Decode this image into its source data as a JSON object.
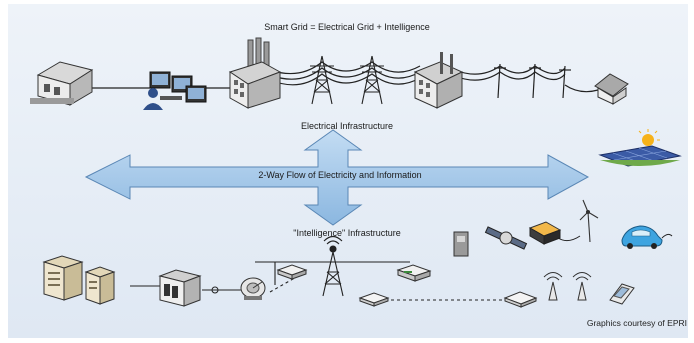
{
  "title": "Smart Grid = Electrical Grid + Intelligence",
  "electrical_label": "Electrical Infrastructure",
  "flow_label": "2-Way Flow of Electricity and Information",
  "intelligence_label": "\"Intelligence\" Infrastructure",
  "credit": "Graphics courtesy of EPRI",
  "colors": {
    "background": "#e6eef7",
    "arrow_fill": "#9ec4e8",
    "arrow_stroke": "#5a87b5",
    "wire": "#222222"
  },
  "icons": {
    "top_row": [
      "data-center-icon",
      "control-room-computers-icon",
      "user-icon",
      "power-plant-icon",
      "transmission-tower-icon",
      "transmission-tower-icon",
      "substation-icon",
      "utility-pole-icon",
      "house-icon",
      "solar-panel-icon"
    ],
    "bottom_row": [
      "server-icon",
      "server-icon",
      "control-cabinet-icon",
      "satellite-dish-icon",
      "router-icon",
      "communication-tower-icon",
      "router-icon",
      "router-icon",
      "router-icon",
      "wireless-sensor-icon",
      "wireless-sensor-icon",
      "smart-meter-icon",
      "meter-box-icon",
      "satellite-icon",
      "battery-storage-icon",
      "wind-turbine-icon",
      "electric-car-icon"
    ]
  }
}
